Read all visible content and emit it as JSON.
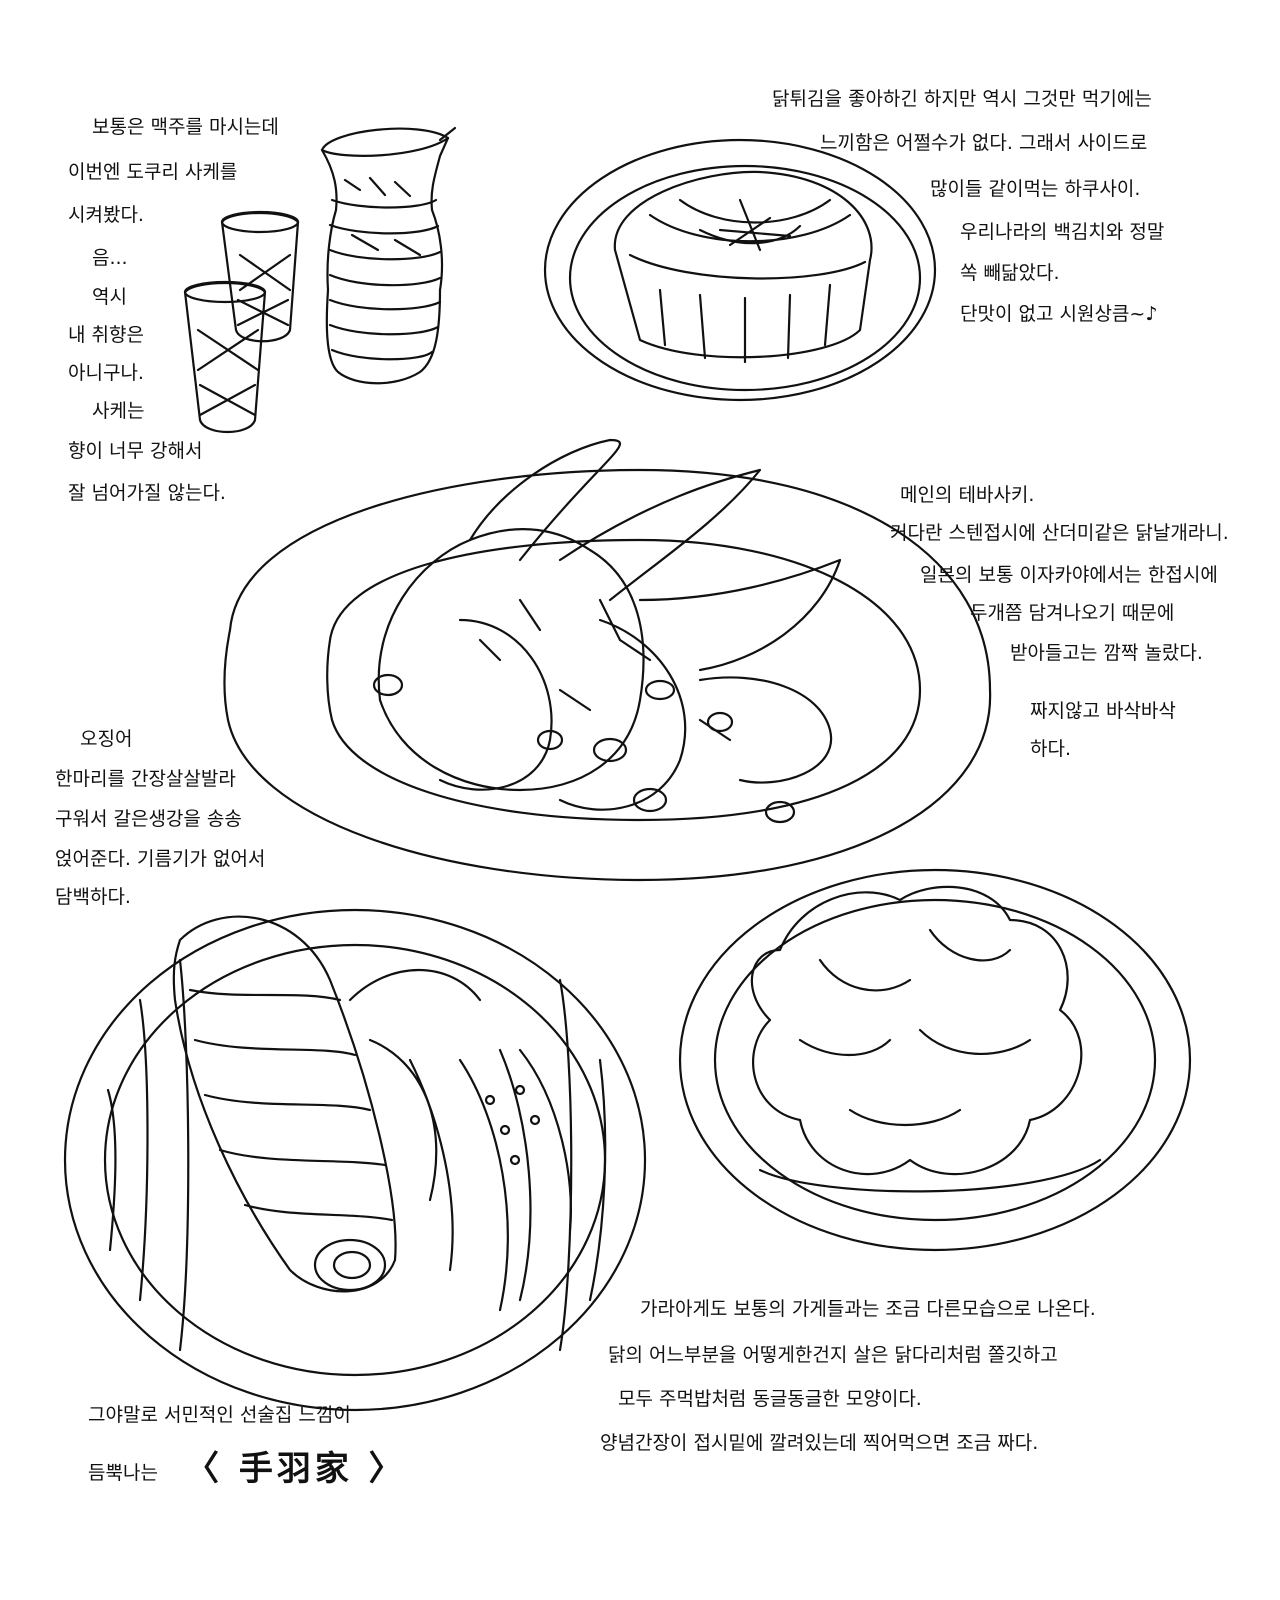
{
  "sake_note": {
    "lines": [
      "보통은 맥주를 마시는데",
      "이번엔 도쿠리 사케를",
      "시켜봤다.",
      "음...",
      "역시",
      "내 취향은",
      "아니구나.",
      "사케는",
      "향이 너무 강해서",
      "잘 넘어가질 않는다."
    ]
  },
  "hakusai_note": {
    "lines": [
      "닭튀김을 좋아하긴 하지만 역시 그것만 먹기에는",
      "느끼함은 어쩔수가 없다. 그래서 사이드로",
      "많이들 같이먹는 하쿠사이.",
      "우리나라의 백김치와 정말",
      "쏙 빼닮았다.",
      "단맛이 없고 시원상큼~♪"
    ]
  },
  "tebasaki_note": {
    "lines": [
      "메인의 테바사키.",
      "커다란 스텐접시에 산더미같은 닭날개라니.",
      "일본의 보통 이자카야에서는 한접시에",
      "두개쯤 담겨나오기 때문에",
      "받아들고는 깜짝 놀랐다.",
      "짜지않고 바삭바삭",
      "하다."
    ]
  },
  "squid_note": {
    "lines": [
      "오징어",
      "한마리를 간장살살발라",
      "구워서 갈은생강을 송송",
      "얹어준다. 기름기가 없어서",
      "담백하다."
    ]
  },
  "karaage_note": {
    "lines": [
      "가라아게도 보통의 가게들과는 조금 다른모습으로 나온다.",
      "닭의 어느부분을 어떻게한건지 살은 닭다리처럼 쫄깃하고",
      "모두 주먹밥처럼 동글동글한 모양이다.",
      "양념간장이 접시밑에 깔려있는데 찍어먹으면 조금 짜다."
    ]
  },
  "closing_note": {
    "line1": "그야말로 서민적인 선술집 느낌이",
    "line2_prefix": "듬뿍나는",
    "shop_name": "〈 手羽家 〉"
  },
  "colors": {
    "ink": "#111111",
    "paper": "#ffffff"
  },
  "illustrations": [
    "sake-tokkuri",
    "sake-cups",
    "hakusai-plate",
    "tebasaki-platter",
    "squid-plate",
    "karaage-plate"
  ]
}
